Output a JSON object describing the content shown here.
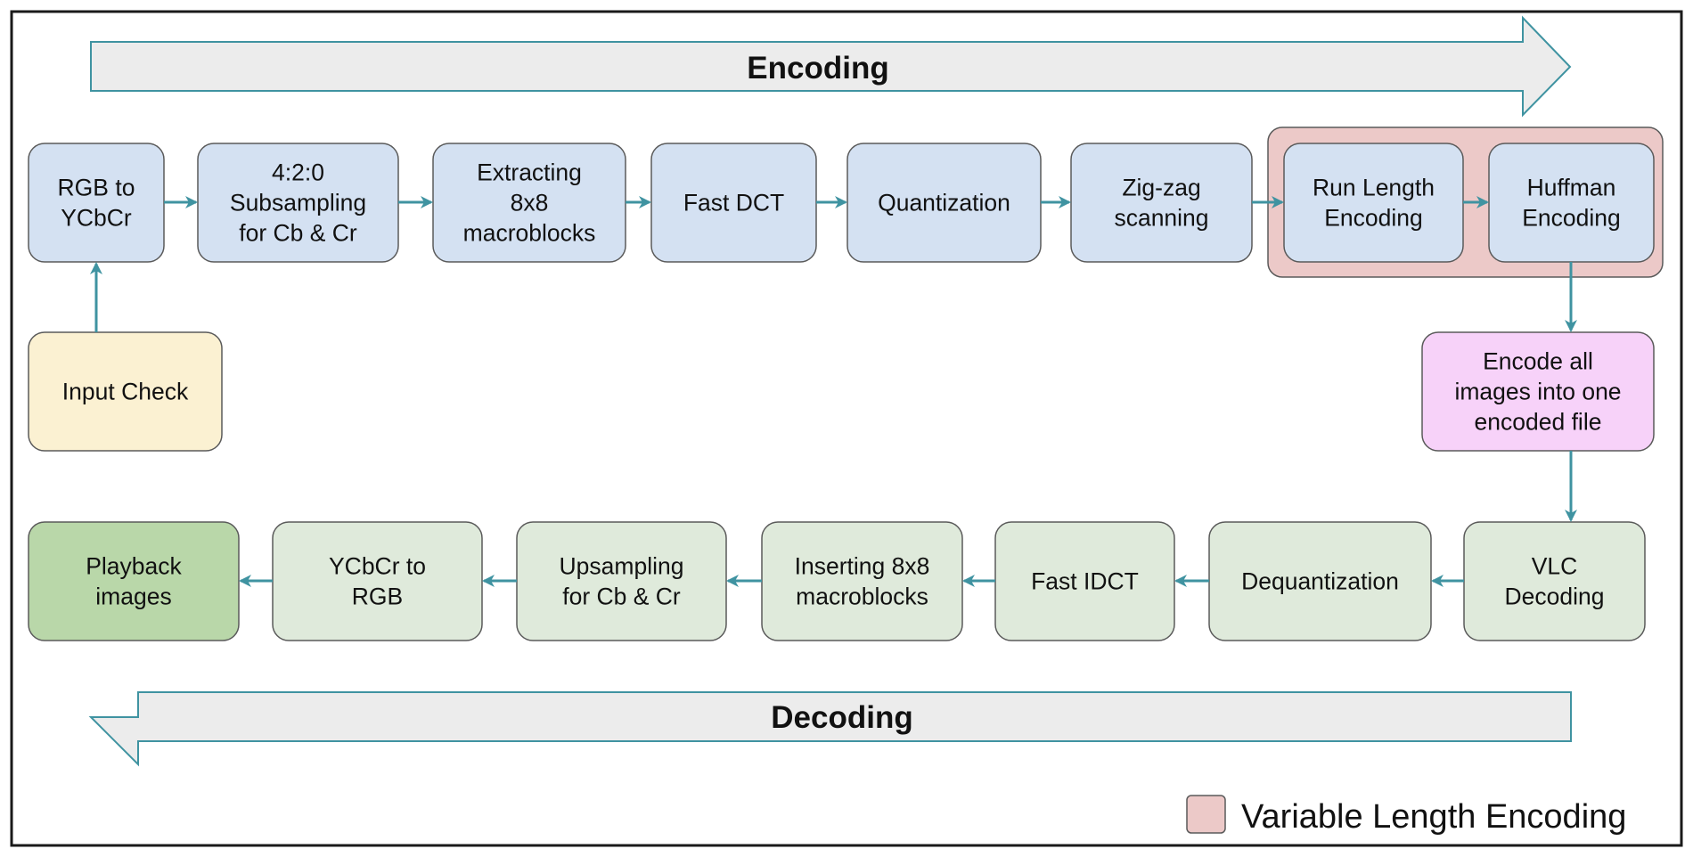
{
  "colors": {
    "encode_box": "#d4e1f2",
    "decode_box": "#dfeadb",
    "input_box": "#fbf1d2",
    "encoded_file_box": "#f7d2f9",
    "playback_box": "#b9d7a9",
    "vle_group": "#ecc9c8",
    "arrow": "#3f93a1",
    "banner_fill": "#ececec",
    "banner_stroke": "#3f93a1",
    "box_stroke": "#5a5a5a"
  },
  "banners": {
    "encoding": "Encoding",
    "decoding": "Decoding"
  },
  "encode_steps": {
    "rgb_to_ycbcr": [
      "RGB to",
      "YCbCr"
    ],
    "subsampling": [
      "4:2:0",
      "Subsampling",
      "for Cb & Cr"
    ],
    "extracting": [
      "Extracting",
      "8x8",
      "macroblocks"
    ],
    "fast_dct": [
      "Fast DCT"
    ],
    "quantization": [
      "Quantization"
    ],
    "zigzag": [
      "Zig-zag",
      "scanning"
    ],
    "run_length": [
      "Run Length",
      "Encoding"
    ],
    "huffman": [
      "Huffman",
      "Encoding"
    ]
  },
  "input_check": [
    "Input Check"
  ],
  "encoded_file": [
    "Encode all",
    "images into one",
    "encoded file"
  ],
  "decode_steps": {
    "vlc_decoding": [
      "VLC",
      "Decoding"
    ],
    "dequantization": [
      "Dequantization"
    ],
    "fast_idct": [
      "Fast IDCT"
    ],
    "inserting": [
      "Inserting 8x8",
      "macroblocks"
    ],
    "upsampling": [
      "Upsampling",
      "for Cb & Cr"
    ],
    "ycbcr_to_rgb": [
      "YCbCr to",
      "RGB"
    ],
    "playback": [
      "Playback",
      "images"
    ]
  },
  "legend": {
    "label": "Variable Length Encoding"
  }
}
